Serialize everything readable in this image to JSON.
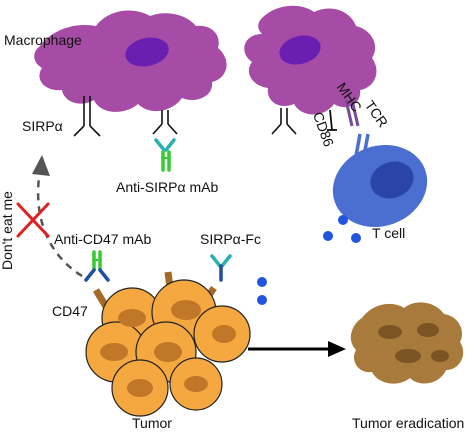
{
  "labels": {
    "macrophage": "Macrophage",
    "sirpa": "SIRPα",
    "anti_sirpa": "Anti-SIRPα mAb",
    "mhc": "MHC",
    "tcr": "TCR",
    "cd86": "CD86",
    "t_cell": "T cell",
    "dont_eat_me": "Don't eat me",
    "anti_cd47": "Anti-CD47 mAb",
    "sirpa_fc": "SIRPα-Fc",
    "cd47": "CD47",
    "tumor": "Tumor",
    "tumor_eradication": "Tumor eradication"
  },
  "colors": {
    "macrophage_body": "#a64ca6",
    "macrophage_nucleus": "#6a1fb0",
    "t_cell_body": "#4a6fd0",
    "t_cell_nucleus": "#2a44a8",
    "tumor_cell": "#f5a840",
    "tumor_nucleus": "#c07828",
    "cd47_stalk": "#a66a28",
    "antibody_green": "#33cc33",
    "antibody_teal": "#2ab0b0",
    "antibody_blue": "#1f4fa0",
    "cytokine_dots": "#2255dd",
    "inhibit_x": "#e02020",
    "debris": "#a87a3c"
  }
}
